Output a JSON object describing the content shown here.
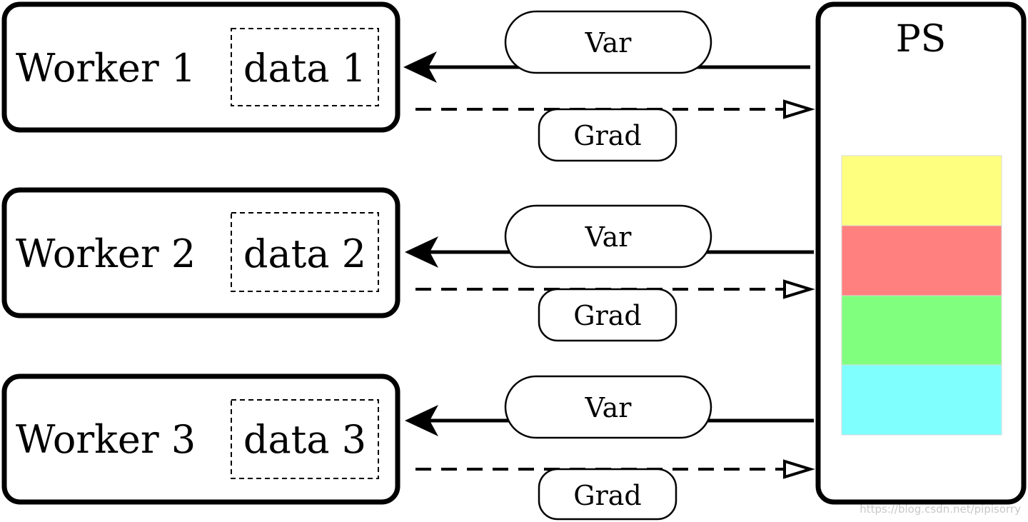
{
  "workers": [
    {
      "label": "Worker 1",
      "data": "data 1",
      "var": "Var",
      "grad": "Grad"
    },
    {
      "label": "Worker 2",
      "data": "data 2",
      "var": "Var",
      "grad": "Grad"
    },
    {
      "label": "Worker 3",
      "data": "data 3",
      "var": "Var",
      "grad": "Grad"
    }
  ],
  "ps": {
    "label": "PS",
    "segments": [
      {
        "color": "#FFFF7F"
      },
      {
        "color": "#FF807F"
      },
      {
        "color": "#80FF7F"
      },
      {
        "color": "#80FFFF"
      }
    ]
  },
  "watermark": "https://blog.csdn.net/pipisorry"
}
